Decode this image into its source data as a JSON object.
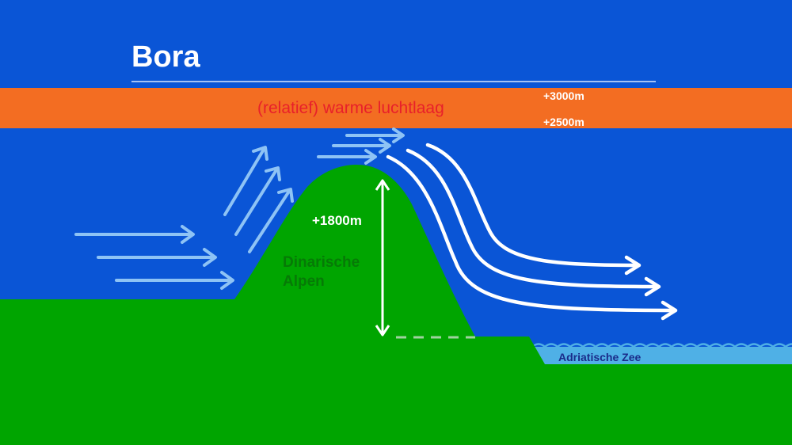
{
  "title": "Bora",
  "warm_layer": {
    "label": "(relatief) warme luchtlaag",
    "top_altitude": "+3000m",
    "bottom_altitude": "+2500m"
  },
  "mountain": {
    "name_line1": "Dinarische",
    "name_line2": "Alpen",
    "height_label": "+1800m"
  },
  "sea": {
    "label": "Adriatische Zee"
  },
  "colors": {
    "sky": "#0a55d6",
    "warm_layer": "#f36d22",
    "layer_text": "#e8202a",
    "land": "#00a500",
    "sea": "#4fb0e6",
    "cold_wind": "#8ec3f5",
    "bora_wind": "#ffffff"
  }
}
